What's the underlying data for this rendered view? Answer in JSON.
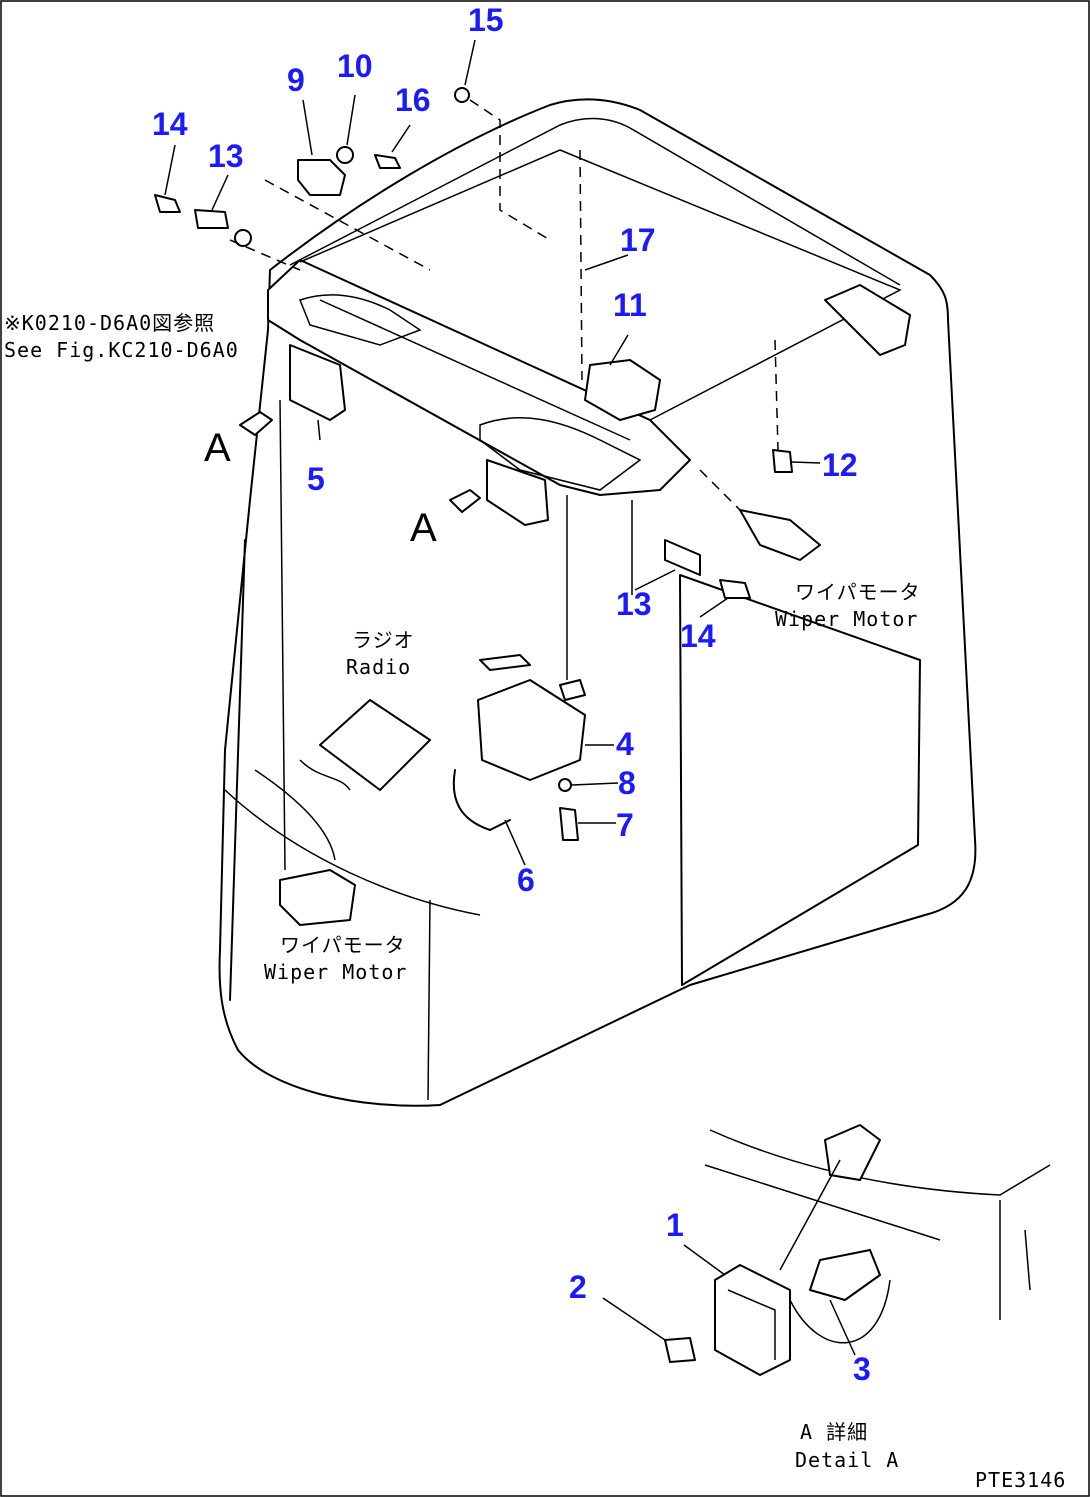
{
  "callouts": {
    "n1": "1",
    "n2": "2",
    "n3": "3",
    "n4": "4",
    "n5": "5",
    "n6": "6",
    "n7": "7",
    "n8": "8",
    "n9": "9",
    "n10": "10",
    "n11": "11",
    "n12": "12",
    "n13a": "13",
    "n13b": "13",
    "n14a": "14",
    "n14b": "14",
    "n15": "15",
    "n16": "16",
    "n17": "17"
  },
  "labels": {
    "ref_jp": "※K0210-D6A0図参照",
    "ref_en": "See Fig.KC210-D6A0",
    "radio_jp": "ラジオ",
    "radio_en": "Radio",
    "wiper_jp_right": "ワイパモータ",
    "wiper_en_right": "Wiper Motor",
    "wiper_jp_left": "ワイパモータ",
    "wiper_en_left": "Wiper Motor",
    "view_a_left": "A",
    "view_a_center": "A",
    "detail_jp": "A 詳細",
    "detail_en": "Detail A",
    "figure_code": "PTE3146"
  },
  "colors": {
    "callout": "#1a1aff",
    "line": "#000000",
    "background": "#ffffff"
  }
}
